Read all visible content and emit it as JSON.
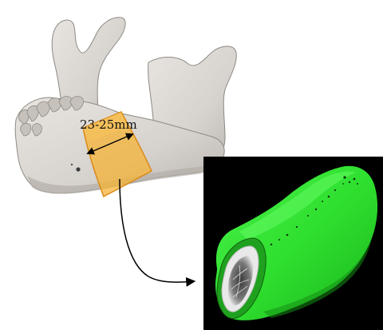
{
  "figure": {
    "measurement_label": "23-25mm"
  },
  "colors": {
    "background": "#ffffff",
    "bone_fill": "#d9d5d0",
    "bone_shade": "#b9b4ae",
    "bone_outline": "#8d8984",
    "tooth_fill": "#c8c3bd",
    "region_fill": "#f5b335",
    "region_stroke": "#d98a1a",
    "scan_background": "#000000",
    "scan_green": "#2ee62e",
    "scan_green_dark": "#1aa81a",
    "marrow_white": "#f2f2f2",
    "marrow_gray": "#8a8a8a",
    "arrow": "#000000"
  },
  "icons": {
    "mandible": "jaw-bone-3d-render",
    "scan": "micro-ct-bone-sample-render"
  }
}
